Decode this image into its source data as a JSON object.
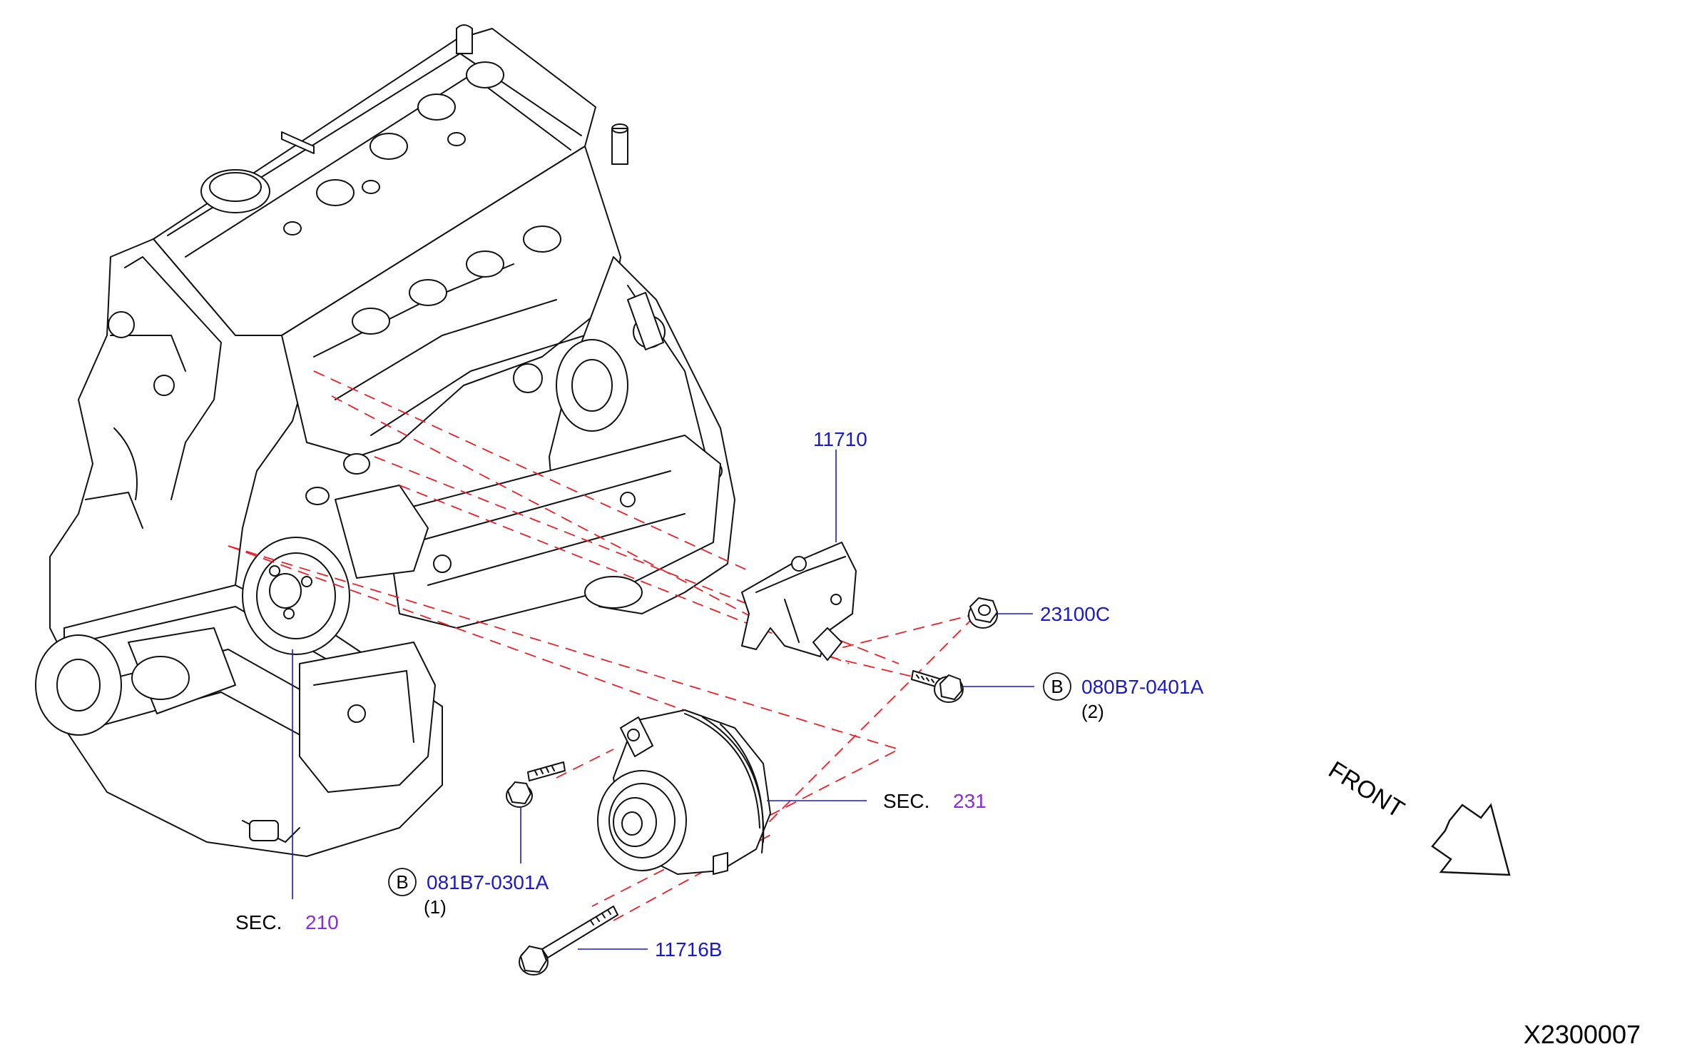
{
  "diagram_id": "X2300007",
  "front_label": "FRONT",
  "colors": {
    "part_number": "#1a1acc",
    "section_number": "#8a2be2",
    "assembly_lines": "#e8202a",
    "line_art": "#111111"
  },
  "callouts": {
    "bracket": {
      "part_number": "11710"
    },
    "nut": {
      "part_number": "23100C"
    },
    "bolt_upper": {
      "type_letter": "B",
      "part_number": "080B7-0401A",
      "qty": "(2)"
    },
    "bolt_lower": {
      "type_letter": "B",
      "part_number": "081B7-0301A",
      "qty": "(1)"
    },
    "long_bolt": {
      "part_number": "11716B"
    },
    "sec_alternator": {
      "prefix": "SEC.",
      "number": "231"
    },
    "sec_engine": {
      "prefix": "SEC.",
      "number": "210"
    }
  }
}
